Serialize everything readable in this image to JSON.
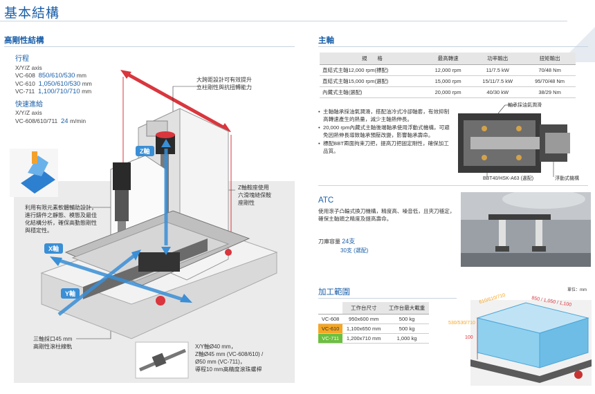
{
  "page": {
    "title": "基本結構"
  },
  "rigidity": {
    "heading": "高剛性結構",
    "travel": {
      "heading": "行程",
      "axis_label": "X/Y/Z axis",
      "rows": [
        {
          "model": "VC-608",
          "value": "850/610/530",
          "unit": "mm"
        },
        {
          "model": "VC-610",
          "value": "1,050/610/530",
          "unit": "mm"
        },
        {
          "model": "VC-711",
          "value": "1,100/710/710",
          "unit": "mm"
        }
      ]
    },
    "rapid": {
      "heading": "快速進給",
      "axis_label": "X/Y/Z axis",
      "model": "VC-608/610/711",
      "value": "24",
      "unit": "m/min"
    },
    "notes": {
      "column": [
        "大跨距設計可有效提升",
        "立柱剛性與抗扭轉能力"
      ],
      "fea": [
        "利用有限元素軟體輔助設計，",
        "進行鑄件之靜態、模態及最佳",
        "化結構分析，確保高動態剛性",
        "與穩定性。"
      ],
      "zsaddle": [
        "Z軸鞍座使用",
        "六滑塊縫保鞍",
        "座剛性"
      ],
      "linear": [
        "三軸採口45 mm",
        "高剛性滾柱線軌"
      ],
      "ballscrew": [
        "X/Y軸Ø40 mm，",
        "Z軸Ø45 mm (VC-608/610) /",
        "Ø50 mm (VC-711)，",
        "導程10 mm高精度滾珠螺桿"
      ]
    },
    "axis_tags": {
      "x": "X軸",
      "y": "Y軸",
      "z": "Z軸"
    }
  },
  "spindle": {
    "heading": "主軸",
    "columns": [
      "規　　格",
      "最高轉速",
      "功率輸出",
      "扭矩輸出"
    ],
    "rows": [
      [
        "直結式主軸12,000 rpm(標配)",
        "12,000 rpm",
        "11/7.5 kW",
        "70/48 Nm"
      ],
      [
        "直結式主軸15,000 rpm(選配)",
        "15,000 rpm",
        "15/11/7.5 kW",
        "95/70/48 Nm"
      ],
      [
        "內藏式主軸(選配)",
        "20,000 rpm",
        "40/30 kW",
        "38/29 Nm"
      ]
    ],
    "bullets": [
      "主軸軸承採油氣潤滑，搭配油冷式冷卻軸套，有效抑制高轉速產生的熱量，減少主軸熱伸長。",
      "20,000 rpm內藏式主軸後端軸承使用浮動式機構，可避免因熱伸長導致軸承預壓改變，影響軸承壽命。",
      "標配BBT兩面拘束刀把，提高刀把固定剛性，確保加工品質。"
    ],
    "diagram_labels": {
      "bearing": "軸承採油氣潤滑",
      "tool": "BBT40/HSK-A63 (選配)",
      "floating": "浮動式機構"
    }
  },
  "atc": {
    "heading": "ATC",
    "desc": [
      "使用滾子凸輪式換刀機構，精度高、噪音低，且夾刀穩定，",
      "確保主軸頭之精度及提高壽命。"
    ],
    "capacity_label": "刀庫容量",
    "capacity_std": "24支",
    "capacity_opt": "30支 (選配)"
  },
  "work_range": {
    "heading": "加工範圍",
    "unit_label": "單位：mm",
    "columns": [
      "",
      "工作台尺寸",
      "工作台最大載重"
    ],
    "rows": [
      [
        "VC-608",
        "950x600 mm",
        "500 kg"
      ],
      [
        "VC-610",
        "1,100x650 mm",
        "500 kg"
      ],
      [
        "VC-711",
        "1,200x710 mm",
        "1,000 kg"
      ]
    ],
    "dims": {
      "y": "610/610/710",
      "x": "850 / 1,050 / 1,100",
      "z": "530/530/710",
      "h": "100"
    },
    "colors": {
      "vc608": "#ffffff",
      "vc610": "#f5a623",
      "vc711": "#6cbf3f"
    }
  }
}
